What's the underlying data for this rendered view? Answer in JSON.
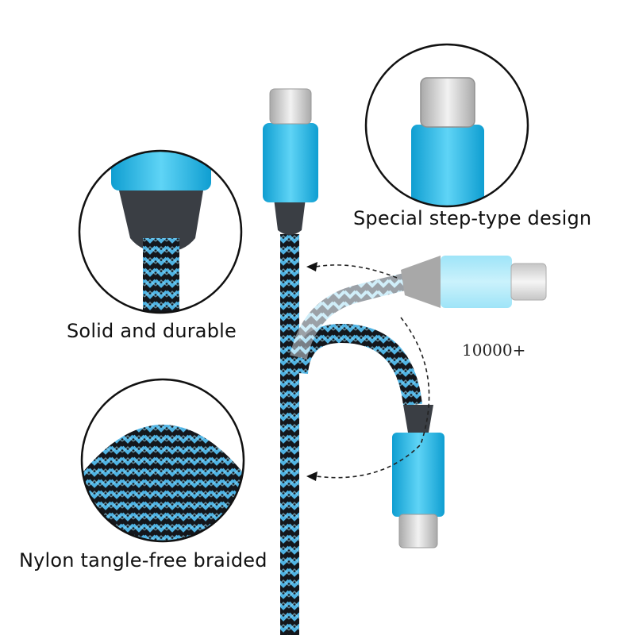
{
  "captions": {
    "step_design": "Special step-type design",
    "durable": "Solid and durable",
    "braided": "Nylon tangle-free braided",
    "bend_count": "10000+"
  },
  "colors": {
    "connector_blue": "#1fb6e6",
    "connector_blue_light": "#7fd9f4",
    "plug_silver": "#c9c9c9",
    "strain_relief_gray": "#3a3e44",
    "braid_blue": "#3aa6d8",
    "braid_black": "#14171c",
    "circle_outline": "#111111"
  },
  "icons": [
    "usb-c-plug",
    "dashed-arrow",
    "detail-magnifier-circle"
  ]
}
